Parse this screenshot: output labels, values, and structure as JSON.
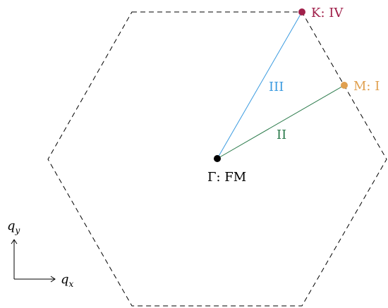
{
  "diagram": {
    "points": {
      "gamma": {
        "label": "Γ:  FM",
        "color": "#000000"
      },
      "m": {
        "label": "M: I",
        "color": "#e0a050"
      },
      "k": {
        "label": "K: IV",
        "color": "#a0204a"
      }
    },
    "paths": {
      "ii": {
        "label": "II",
        "color": "#2a7a4a"
      },
      "iii": {
        "label": "III",
        "color": "#3b9be0"
      }
    },
    "axes": {
      "y_label": "q",
      "y_sub": "y",
      "x_label": "q",
      "x_sub": "x"
    }
  }
}
